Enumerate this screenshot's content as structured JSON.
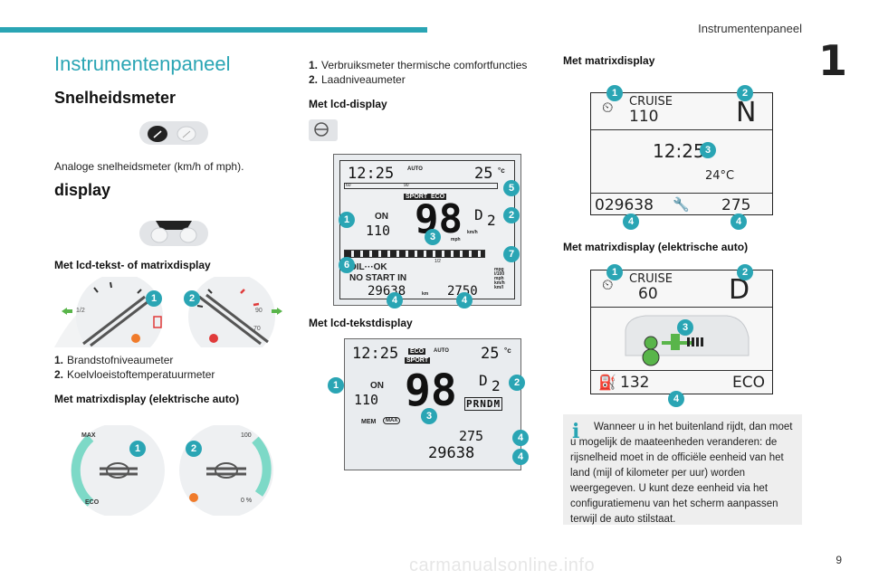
{
  "header": {
    "title": "Instrumentenpaneel",
    "chapter": "1",
    "page_number": "9"
  },
  "watermark": "carmanualsonline.info",
  "col1": {
    "page_title": "Instrumentenpaneel",
    "speedometer_heading": "Snelheidsmeter",
    "speedometer_text": "Analoge snelheidsmeter (km/h of mph).",
    "display_heading": "display",
    "lcd_matrix_heading": "Met lcd-tekst- of matrixdisplay",
    "list1": [
      {
        "num": "1.",
        "text": "Brandstofniveaumeter"
      },
      {
        "num": "2.",
        "text": "Koelvloeistoftemperatuurmeter"
      }
    ],
    "matrix_electric_heading": "Met matrixdisplay (elektrische auto)",
    "gauge_labels": {
      "max": "MAX",
      "eco": "ECO",
      "hundred": "100",
      "zero": "0 %",
      "half": "1/2",
      "ninety": "90",
      "seventy": "70"
    }
  },
  "col2": {
    "list2": [
      {
        "num": "1.",
        "text": "Verbruiksmeter thermische comfortfuncties"
      },
      {
        "num": "2.",
        "text": "Laadniveaumeter"
      }
    ],
    "lcd_heading": "Met lcd-display",
    "lcd_text_heading": "Met lcd-tekstdisplay",
    "lcd1": {
      "time": "12:25",
      "auto": "AUTO",
      "temp": "25",
      "unit_c": "°c",
      "sport": "SPORT",
      "eco": "ECO",
      "on": "ON",
      "speed": "98",
      "limit": "110",
      "gear": "D",
      "gear_num": "2",
      "kmh": "km/h",
      "mph": "mph",
      "oil": "OIL···OK",
      "nostart": "NO START IN",
      "odo": "29638",
      "km": "km",
      "range": "2750",
      "units": "mpg\nl/100\nmph\nkm/h\nkm/l",
      "scale_60": "60",
      "scale_90": "90",
      "scale_10": "10",
      "half": "1/2"
    },
    "lcd2": {
      "time": "12:25",
      "eco": "ECO",
      "sport": "SPORT",
      "auto": "AUTO",
      "temp": "25",
      "unit_c": "°c",
      "on": "ON",
      "speed": "98",
      "limit": "110",
      "gear": "D",
      "gear_num": "2",
      "prndm": "PRNDM",
      "mem": "MEM",
      "max": "MAX",
      "range": "275",
      "odo": "29638"
    }
  },
  "col3": {
    "matrix_heading": "Met matrixdisplay",
    "matrix1": {
      "cruise": "CRUISE",
      "speed": "110",
      "gear": "N",
      "time": "12:25",
      "temp": "24°C",
      "odo": "029638",
      "range": "275"
    },
    "matrix_electric_heading": "Met matrixdisplay (elektrische auto)",
    "matrix2": {
      "cruise": "CRUISE",
      "speed": "60",
      "gear": "D",
      "range": "132",
      "mode": "ECO"
    },
    "info_text": "Wanneer u in het buitenland rijdt, dan moet u mogelijk de maateenheden veranderen: de rijsnelheid moet in de officiële eenheid van het land (mijl of kilometer per uur) worden weergegeven. U kunt deze eenheid via het configuratiemenu van het scherm aanpassen terwijl de auto stilstaat."
  },
  "callouts": [
    "1",
    "2",
    "3",
    "4",
    "5",
    "6",
    "7"
  ],
  "colors": {
    "accent": "#2aa5b4",
    "warning_orange": "#f07b2b",
    "warning_red": "#e03b3b",
    "gauge_green": "#7dd9c7",
    "indicator_green": "#59b54a"
  }
}
